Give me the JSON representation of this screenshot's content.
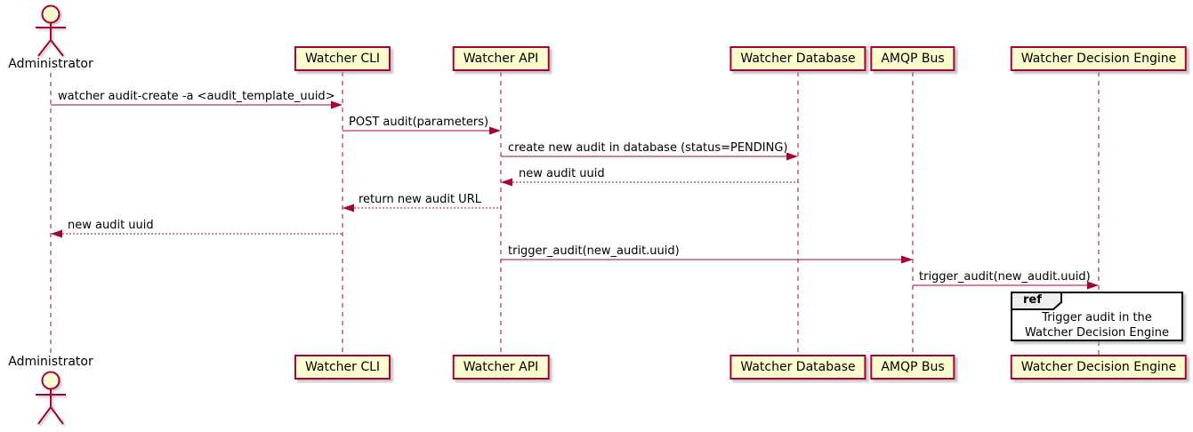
{
  "participants": [
    {
      "label": "Administrator",
      "kind": "actor"
    },
    {
      "label": "Watcher CLI",
      "kind": "participant"
    },
    {
      "label": "Watcher API",
      "kind": "participant"
    },
    {
      "label": "Watcher Database",
      "kind": "participant"
    },
    {
      "label": "AMQP Bus",
      "kind": "participant"
    },
    {
      "label": "Watcher Decision Engine",
      "kind": "participant"
    }
  ],
  "messages": [
    {
      "from": "Administrator",
      "to": "Watcher CLI",
      "label": "watcher audit-create -a <audit_template_uuid>",
      "line": "solid"
    },
    {
      "from": "Watcher CLI",
      "to": "Watcher API",
      "label": "POST audit(parameters)",
      "line": "solid"
    },
    {
      "from": "Watcher API",
      "to": "Watcher Database",
      "label": "create new audit in database (status=PENDING)",
      "line": "solid"
    },
    {
      "from": "Watcher Database",
      "to": "Watcher API",
      "label": "new audit uuid",
      "line": "dotted"
    },
    {
      "from": "Watcher API",
      "to": "Watcher CLI",
      "label": "return new audit URL",
      "line": "dotted"
    },
    {
      "from": "Watcher CLI",
      "to": "Administrator",
      "label": "new audit uuid",
      "line": "dotted"
    },
    {
      "from": "Watcher API",
      "to": "AMQP Bus",
      "label": "trigger_audit(new_audit.uuid)",
      "line": "solid"
    },
    {
      "from": "AMQP Bus",
      "to": "Watcher Decision Engine",
      "label": "trigger_audit(new_audit.uuid)",
      "line": "solid"
    }
  ],
  "ref_fragment": {
    "keyword": "ref",
    "text_lines": [
      "Trigger audit in the",
      "Watcher Decision Engine"
    ]
  },
  "colors": {
    "participant_fill": "#FEFECE",
    "stroke": "#A80036",
    "text": "#000000",
    "ref_tab_fill": "#EEEEEE",
    "ref_border": "#000000"
  }
}
